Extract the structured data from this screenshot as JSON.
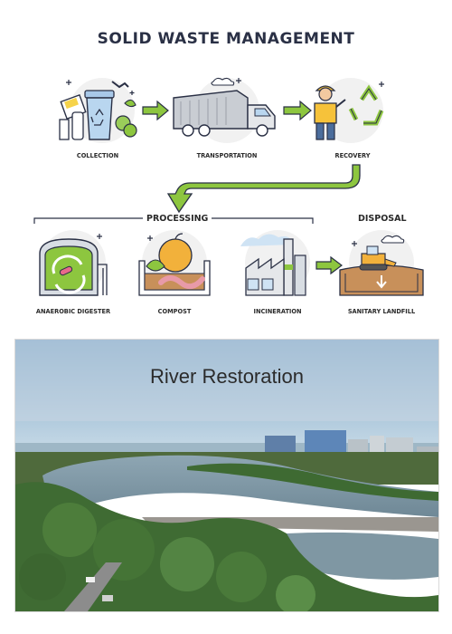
{
  "top_panel": {
    "title": "SOLID WASTE MANAGEMENT",
    "steps": [
      {
        "label": "COLLECTION",
        "icon": "waste-bins-icon"
      },
      {
        "label": "TRANSPORTATION",
        "icon": "garbage-truck-icon"
      },
      {
        "label": "RECOVERY",
        "icon": "recycling-worker-icon"
      }
    ],
    "processing": {
      "heading": "PROCESSING",
      "items": [
        {
          "label": "ANAEROBIC DIGESTER",
          "icon": "digester-tank-icon"
        },
        {
          "label": "COMPOST",
          "icon": "compost-worm-icon"
        },
        {
          "label": "INCINERATION",
          "icon": "incinerator-factory-icon"
        }
      ]
    },
    "disposal": {
      "heading": "DISPOSAL",
      "items": [
        {
          "label": "SANITARY LANDFILL",
          "icon": "landfill-bulldozer-icon"
        }
      ]
    },
    "colors": {
      "accent_green": "#8dc63f",
      "outline": "#2a3045"
    }
  },
  "photo_panel": {
    "title": "River Restoration",
    "scene": "river-aerial-photo"
  }
}
